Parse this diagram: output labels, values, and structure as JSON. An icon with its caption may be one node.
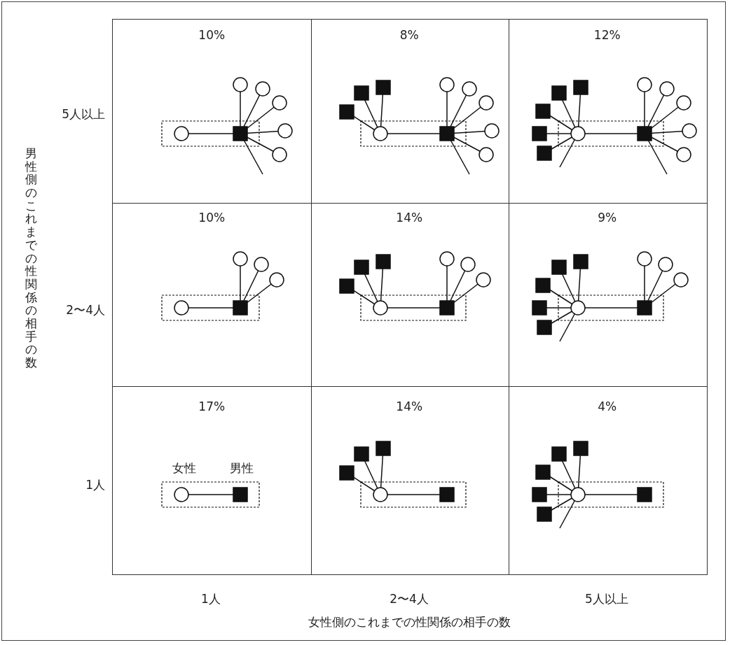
{
  "diagram": {
    "nodes": [
      {
        "text": [
          "10%"
        ]
      },
      {
        "text": [
          "8%"
        ]
      },
      {
        "text": [
          "12%"
        ]
      },
      {
        "text": [
          "10%"
        ]
      },
      {
        "text": [
          "14%"
        ]
      },
      {
        "text": [
          "9%"
        ]
      },
      {
        "text": [
          "17%"
        ]
      },
      {
        "text": [
          "14%"
        ]
      },
      {
        "text": [
          "4%"
        ]
      }
    ],
    "labels": [
      "5人以上",
      "男性側のこれまでの性関係の相手の数",
      "2〜4人",
      "女性",
      "男性",
      "1人",
      "1人",
      "2〜4人",
      "5人以上",
      "女性側のこれまでの性関係の相手の数"
    ]
  }
}
